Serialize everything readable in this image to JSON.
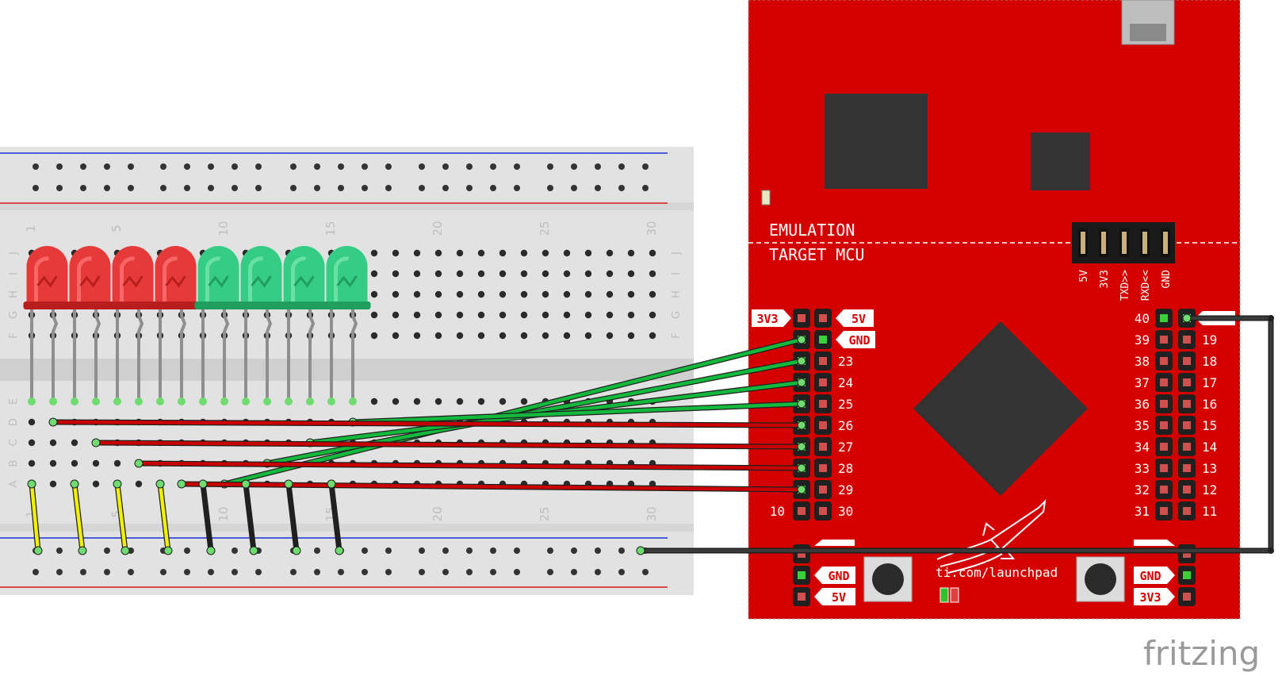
{
  "board": {
    "section_top": "EMULATION",
    "section_bottom": "TARGET MCU",
    "url": "ti.com/launchpad",
    "header_labels": [
      "5V",
      "3V3",
      "TXD>>",
      "RXD<<",
      "GND"
    ],
    "left_top_label_left": "3V3",
    "left_top_label_right": "5V",
    "left_gnd_label": "GND",
    "left_pin_numbers": [
      "23",
      "24",
      "25",
      "26",
      "27",
      "28",
      "29",
      "30"
    ],
    "left_pin_10": "10",
    "right_left_numbers": [
      "40",
      "39",
      "38",
      "37",
      "36",
      "35",
      "34",
      "33",
      "32",
      "31"
    ],
    "right_right_numbers": [
      "19",
      "18",
      "17",
      "16",
      "15",
      "14",
      "13",
      "12",
      "11"
    ],
    "bottom_left_labels": [
      "GND",
      "5V"
    ],
    "bottom_right_labels": [
      "GND",
      "3V3"
    ]
  },
  "breadboard": {
    "column_labels": [
      "1",
      "5",
      "10",
      "15",
      "20",
      "25",
      "30"
    ],
    "row_labels_top": [
      "J",
      "I",
      "H",
      "G",
      "F"
    ],
    "row_labels_bottom": [
      "E",
      "D",
      "C",
      "B",
      "A"
    ]
  },
  "leds": [
    "red",
    "red",
    "red",
    "red",
    "green",
    "green",
    "green",
    "green"
  ],
  "logo": "fritzing",
  "colors": {
    "board": "#d40000",
    "wire_red": "#c80000",
    "wire_green": "#14b83c",
    "wire_yellow": "#f0f000",
    "wire_black": "#202020"
  }
}
